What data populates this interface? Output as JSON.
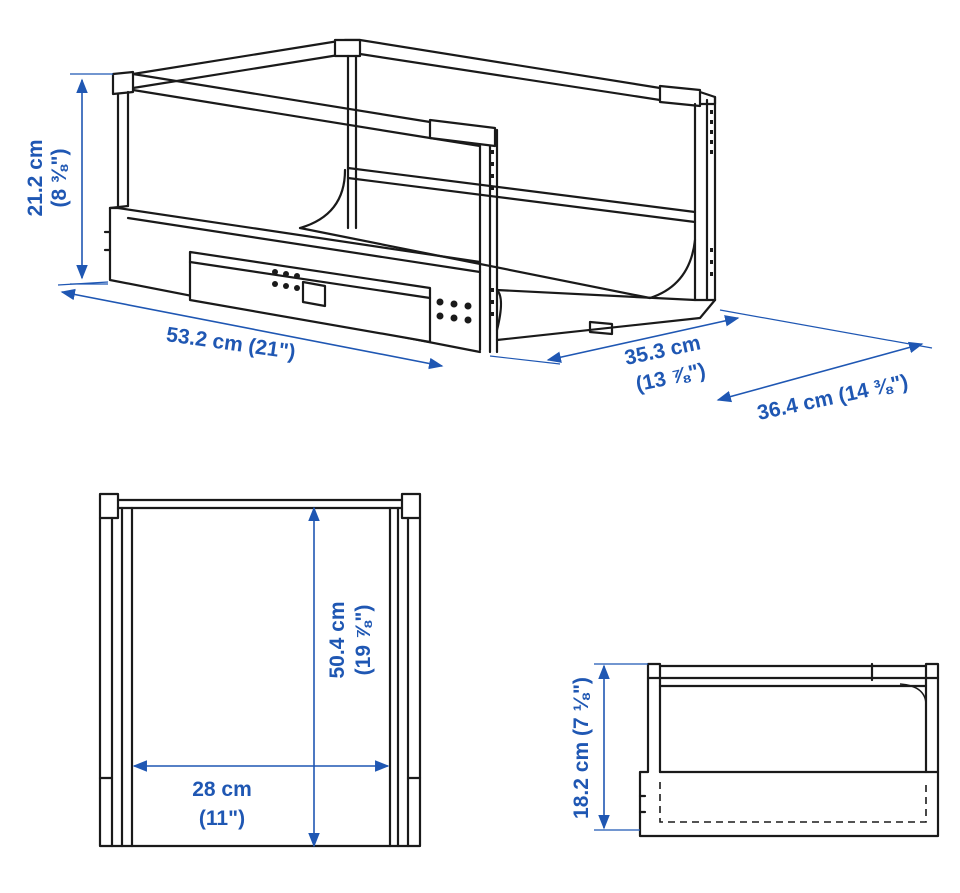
{
  "colors": {
    "dimension": "#1f57b3",
    "line": "#1a1a1a",
    "background": "#ffffff"
  },
  "dimensions": {
    "height_3d": {
      "cm": "21.2 cm",
      "in": "(8 ⅜\")"
    },
    "width_3d": {
      "label": "53.2 cm (21\")"
    },
    "inner_depth_3d": {
      "cm": "35.3 cm",
      "in": "(13 ⅞\")"
    },
    "outer_depth_3d": {
      "label": "36.4 cm (14 ⅜\")"
    },
    "top_length": {
      "cm": "50.4 cm",
      "in": "(19 ⅞\")"
    },
    "top_width": {
      "cm": "28 cm",
      "in": "(11\")"
    },
    "side_height": {
      "label": "18.2 cm (7 ⅛\")"
    }
  }
}
